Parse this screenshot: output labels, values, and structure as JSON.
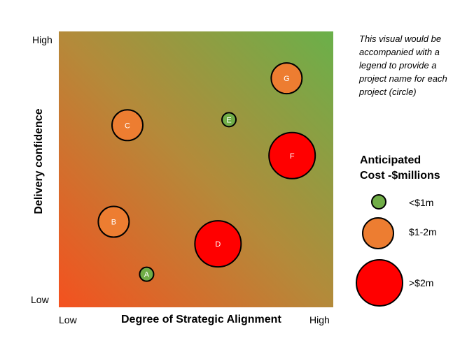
{
  "chart_data": {
    "type": "scatter",
    "subtype": "bubble",
    "xlabel": "Degree of Strategic Alignment",
    "ylabel": "Delivery confidence",
    "x_tick_labels": [
      "Low",
      "High"
    ],
    "y_tick_labels": [
      "Low",
      "High"
    ],
    "xlim": [
      0,
      10
    ],
    "ylim": [
      0,
      10
    ],
    "grid": false,
    "background_gradient": {
      "low_low": "#f4511f",
      "high_high": "#6ab04a"
    },
    "points": [
      {
        "label": "A",
        "x": 3.2,
        "y": 1.2,
        "cost_category": "<$1m"
      },
      {
        "label": "B",
        "x": 2.0,
        "y": 3.1,
        "cost_category": "$1-2m"
      },
      {
        "label": "C",
        "x": 2.5,
        "y": 6.6,
        "cost_category": "$1-2m"
      },
      {
        "label": "D",
        "x": 5.8,
        "y": 2.3,
        "cost_category": ">$2m"
      },
      {
        "label": "E",
        "x": 6.2,
        "y": 6.8,
        "cost_category": "<$1m"
      },
      {
        "label": "F",
        "x": 8.5,
        "y": 5.5,
        "cost_category": ">$2m"
      },
      {
        "label": "G",
        "x": 8.3,
        "y": 8.3,
        "cost_category": "$1-2m"
      }
    ],
    "legend": {
      "title": "Anticipated Cost -$millions",
      "placement": "right",
      "entries": [
        {
          "label": "<$1m",
          "color": "#70ad47",
          "size": "small"
        },
        {
          "label": "$1-2m",
          "color": "#ed7d31",
          "size": "medium"
        },
        {
          "label": ">$2m",
          "color": "#ff0000",
          "size": "large"
        }
      ]
    },
    "annotation": "This visual would be accompanied with a legend to provide a project name for each project (circle)"
  }
}
